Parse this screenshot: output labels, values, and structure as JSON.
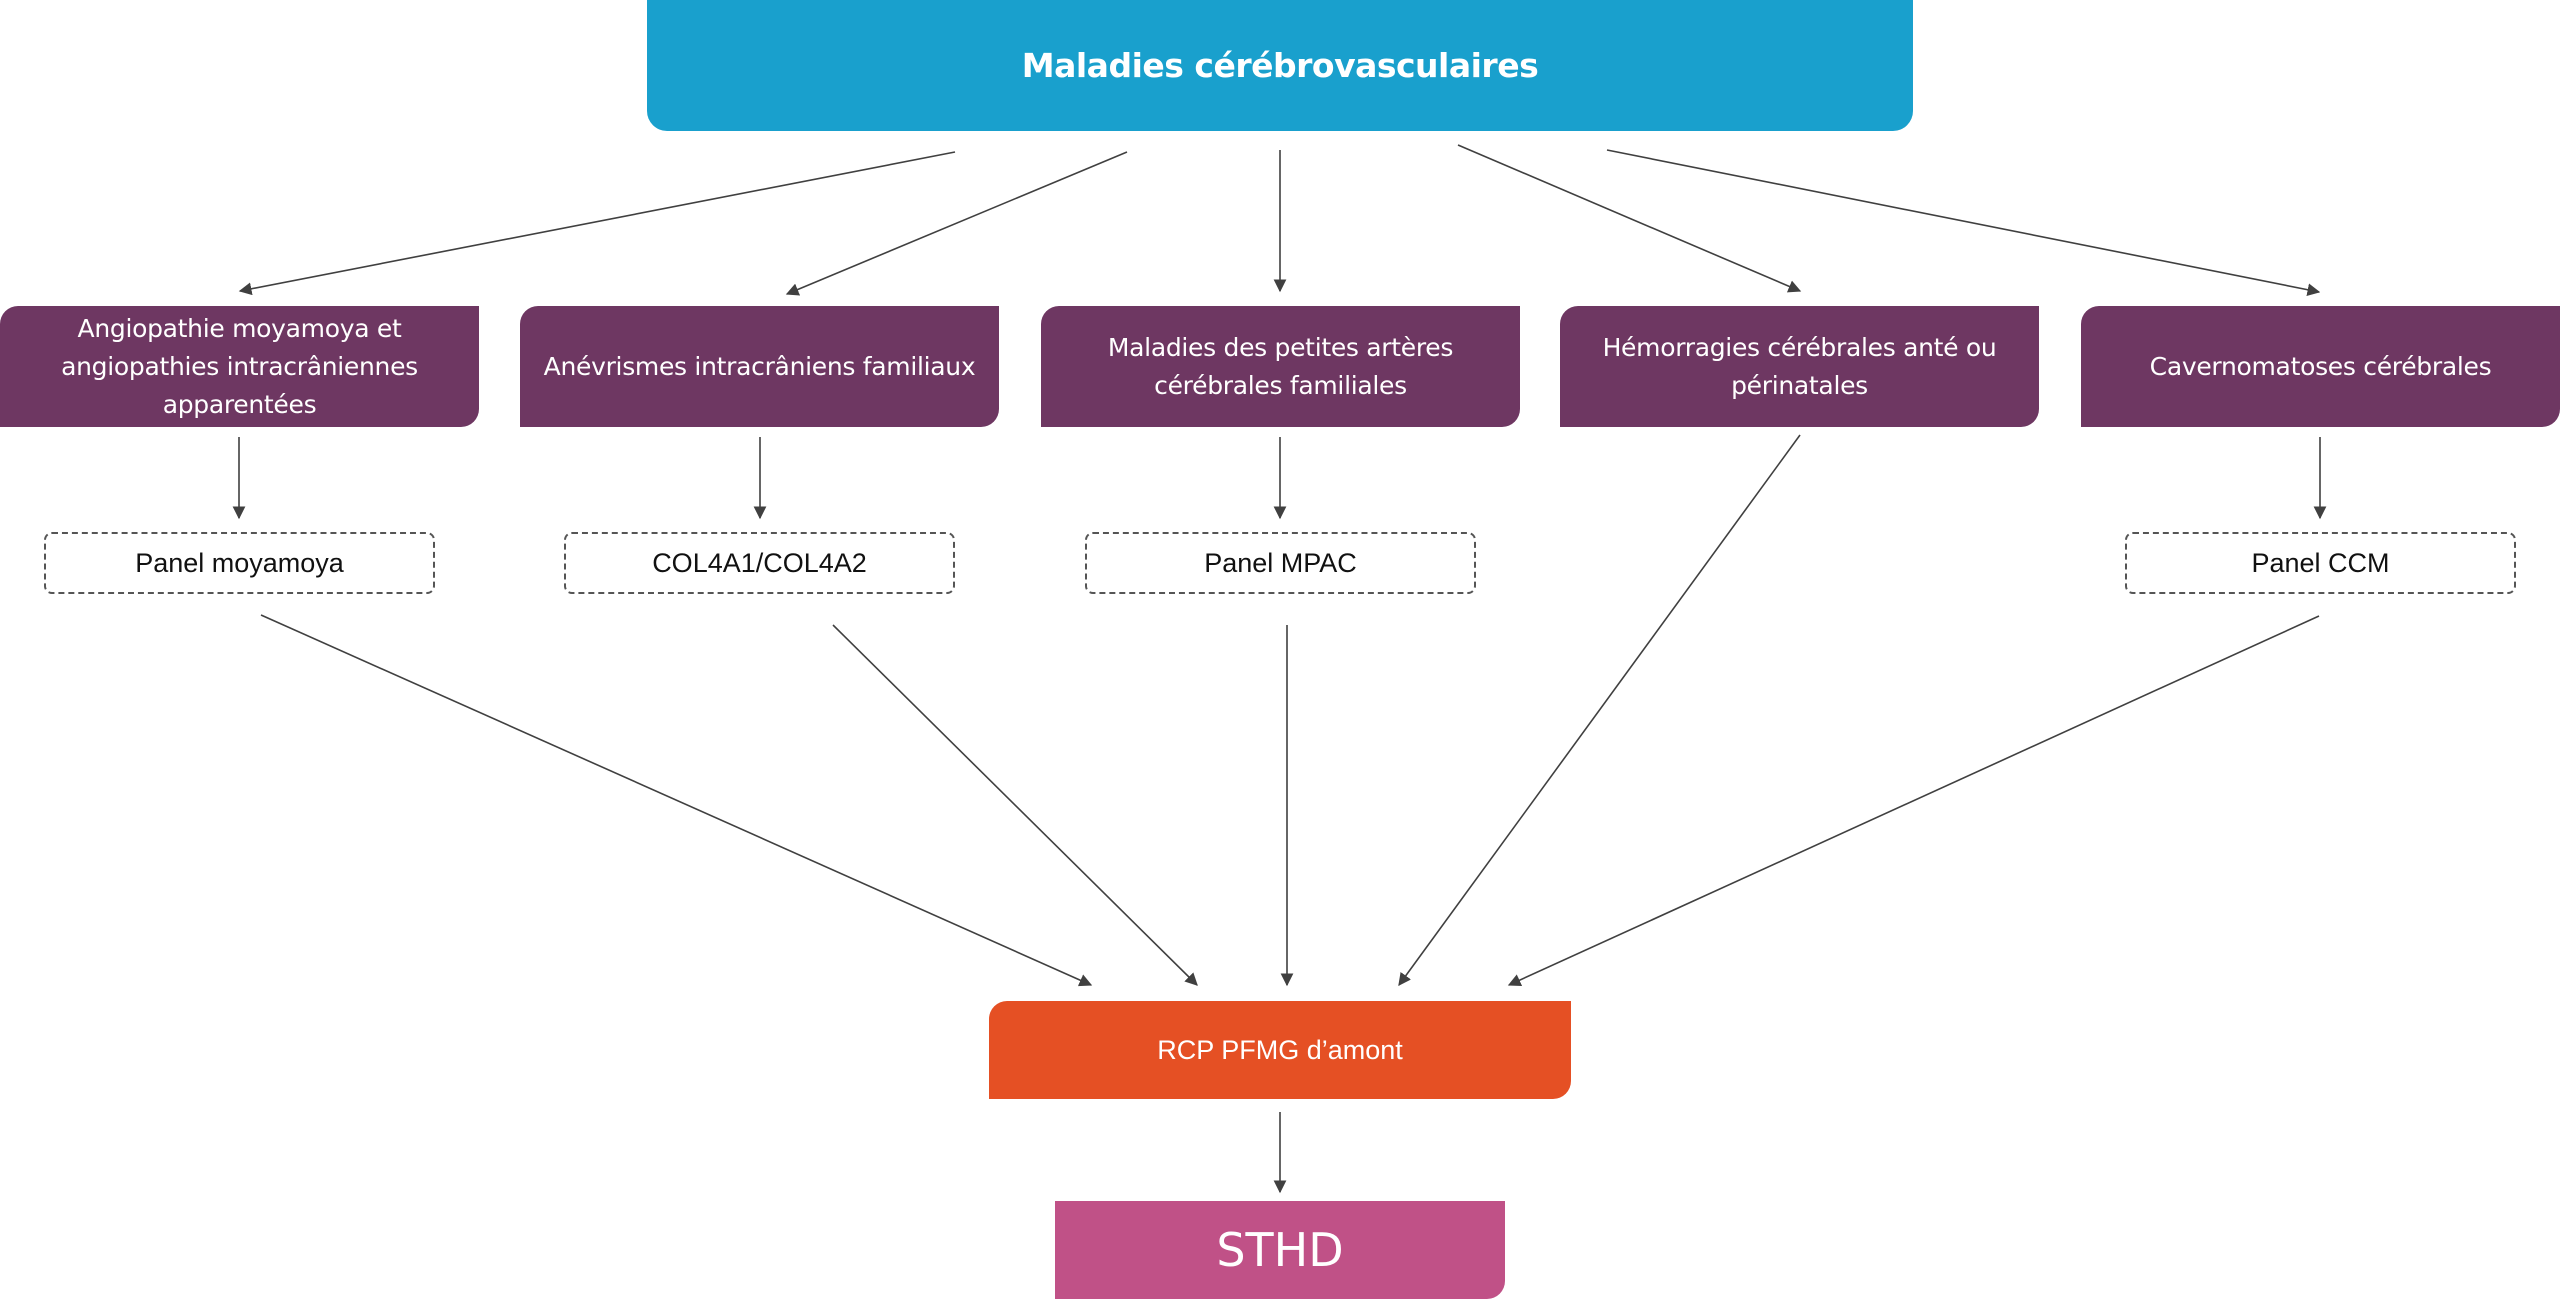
{
  "diagram": {
    "root": {
      "label": "Maladies cérébrovasculaires",
      "color": "#19a0cd"
    },
    "categories": [
      {
        "label": "Angiopathie moyamoya et angiopathies intracrâniennes apparentées",
        "test": "Panel moyamoya"
      },
      {
        "label": "Anévrismes intracrâniens familiaux",
        "test": "COL4A1/COL4A2"
      },
      {
        "label": "Maladies des petites artères cérébrales familiales",
        "test": "Panel MPAC"
      },
      {
        "label": "Hémorragies cérébrales anté ou périnatales",
        "test": null
      },
      {
        "label": "Cavernomatoses cérébrales",
        "test": "Panel CCM"
      }
    ],
    "category_color": "#6e3762",
    "rcp": {
      "label": "RCP PFMG d’amont",
      "color": "#e55024"
    },
    "final": {
      "label": "STHD",
      "color": "#c05187"
    },
    "edge_color": "#404040"
  }
}
